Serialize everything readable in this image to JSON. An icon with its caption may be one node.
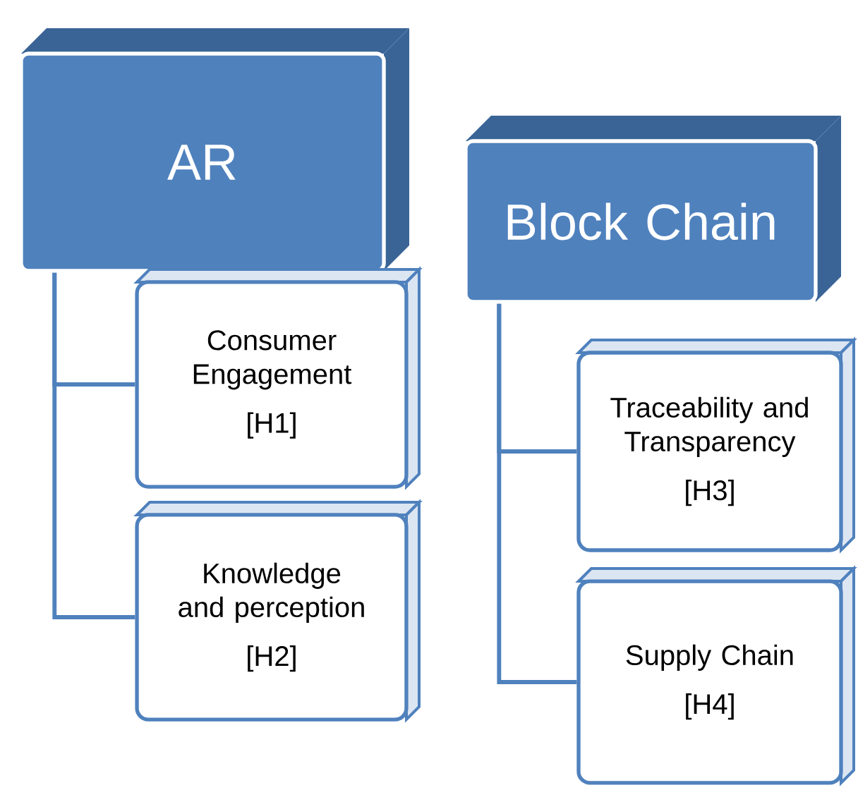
{
  "diagram": {
    "nodes": [
      {
        "text": [
          "AR"
        ]
      },
      {
        "text": [
          "Consumer Engagement",
          "[H1]"
        ]
      },
      {
        "text": [
          "Knowledge and perception",
          "[H2]"
        ]
      },
      {
        "text": [
          "Block Chain"
        ]
      },
      {
        "text": [
          "Traceability and Transparency",
          "[H3]"
        ]
      },
      {
        "text": [
          "Supply Chain",
          "[H4]"
        ]
      }
    ],
    "edges": [
      {
        "from": 0,
        "to": 1,
        "arrow": "none"
      },
      {
        "from": 0,
        "to": 2,
        "arrow": "none"
      },
      {
        "from": 3,
        "to": 4,
        "arrow": "none"
      },
      {
        "from": 3,
        "to": 5,
        "arrow": "none"
      }
    ]
  }
}
